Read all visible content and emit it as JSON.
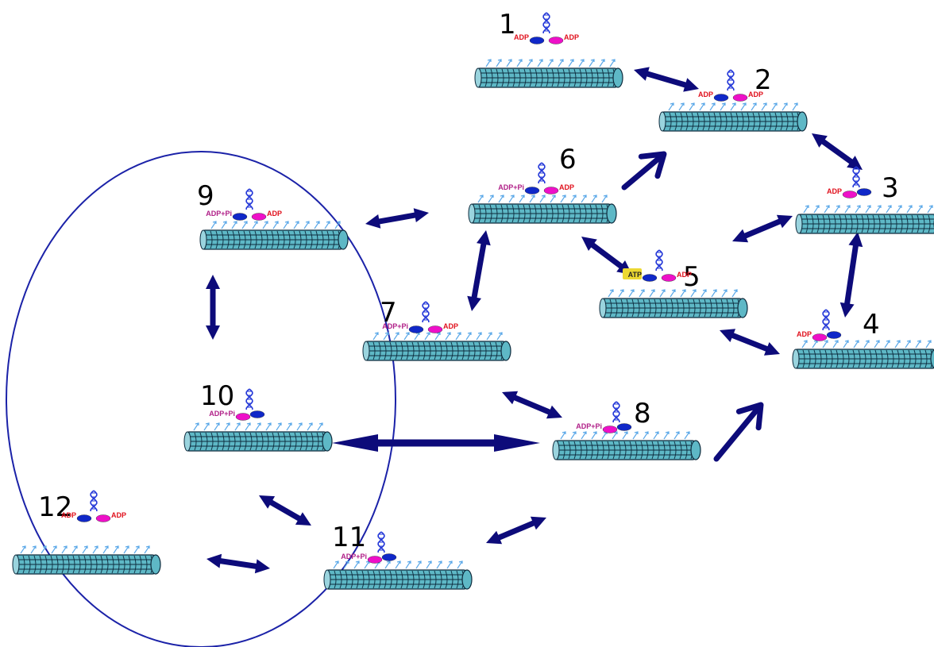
{
  "diagram": {
    "colors": {
      "arrow": "#0d0b7a",
      "oval": "#1b22a8",
      "microtubule": "#5eb8c6",
      "microtubule_dark": "#0d2a3c",
      "protofilament_tick": "#5ba8e8",
      "head_blue": "#1028c8",
      "head_magenta": "#ee10c8",
      "adp_label": "#e0101c",
      "adppi_label": "#b02088",
      "atp_highlight": "#ecd832",
      "dna": "#2438d8"
    },
    "states": [
      {
        "id": "1",
        "label": "1",
        "nucleotides": [
          "ADP",
          "ADP"
        ]
      },
      {
        "id": "2",
        "label": "2",
        "nucleotides": [
          "ADP",
          "ADP"
        ]
      },
      {
        "id": "3",
        "label": "3",
        "nucleotides": [
          "ADP"
        ]
      },
      {
        "id": "4",
        "label": "4",
        "nucleotides": [
          "ADP"
        ]
      },
      {
        "id": "5",
        "label": "5",
        "nucleotides": [
          "ATP",
          "ADP"
        ]
      },
      {
        "id": "6",
        "label": "6",
        "nucleotides": [
          "ADP+Pi",
          "ADP"
        ]
      },
      {
        "id": "7",
        "label": "7",
        "nucleotides": [
          "ADP+Pi",
          "ADP"
        ]
      },
      {
        "id": "8",
        "label": "8",
        "nucleotides": [
          "ADP+Pi"
        ]
      },
      {
        "id": "9",
        "label": "9",
        "nucleotides": [
          "ADP+Pi",
          "ADP"
        ]
      },
      {
        "id": "10",
        "label": "10",
        "nucleotides": [
          "ADP+Pi"
        ]
      },
      {
        "id": "11",
        "label": "11",
        "nucleotides": [
          "ADP+Pi"
        ]
      },
      {
        "id": "12",
        "label": "12",
        "nucleotides": [
          "ADP",
          "ADP"
        ]
      }
    ],
    "transitions": [
      {
        "from": "1",
        "to": "2",
        "kind": "double"
      },
      {
        "from": "2",
        "to": "3",
        "kind": "double"
      },
      {
        "from": "3",
        "to": "4",
        "kind": "double"
      },
      {
        "from": "3",
        "to": "5",
        "kind": "double"
      },
      {
        "from": "5",
        "to": "4",
        "kind": "double"
      },
      {
        "from": "6",
        "to": "5",
        "kind": "double"
      },
      {
        "from": "6",
        "to": "2",
        "kind": "single"
      },
      {
        "from": "6",
        "to": "7",
        "kind": "double"
      },
      {
        "from": "9",
        "to": "6",
        "kind": "double"
      },
      {
        "from": "9",
        "to": "10",
        "kind": "double"
      },
      {
        "from": "10",
        "to": "8",
        "kind": "double"
      },
      {
        "from": "7",
        "to": "8",
        "kind": "double"
      },
      {
        "from": "8",
        "to": "4",
        "kind": "single"
      },
      {
        "from": "10",
        "to": "11",
        "kind": "double"
      },
      {
        "from": "11",
        "to": "8",
        "kind": "double"
      },
      {
        "from": "12",
        "to": "11",
        "kind": "double"
      }
    ]
  }
}
